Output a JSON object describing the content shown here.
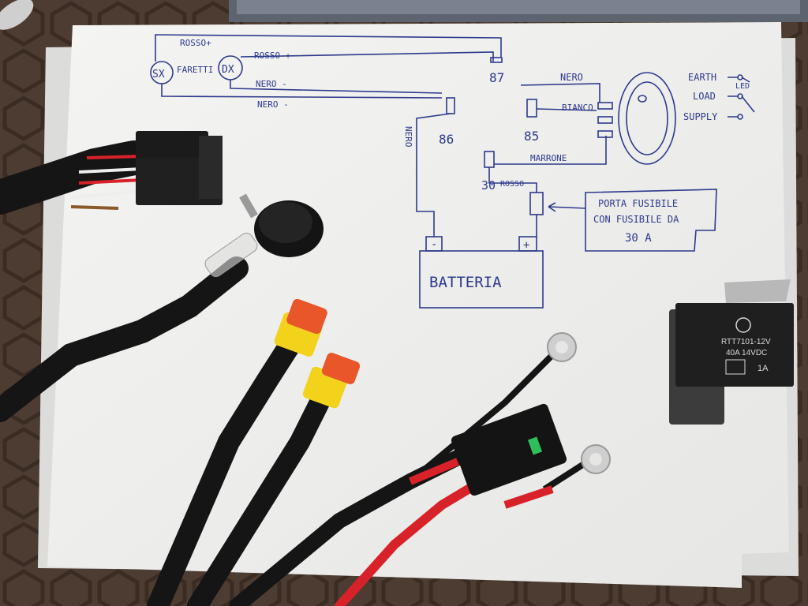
{
  "diagram": {
    "left_lamp": "SX",
    "right_lamp": "DX",
    "lamps_label": "FARETTI",
    "wire_rosso_top": "ROSSO+",
    "wire_rosso_right": "ROSSO +",
    "wire_nero_1": "NERO -",
    "wire_nero_2": "NERO -",
    "wire_nero_top": "NERO",
    "wire_nero_vertical": "NERO",
    "wire_bianco": "BIANCO",
    "wire_marrone": "MARRONE",
    "wire_rosso_fuse": "ROSSO",
    "pin_87": "87",
    "pin_86": "86",
    "pin_85": "85",
    "pin_30": "30",
    "switch_earth": "EARTH",
    "switch_load": "LOAD",
    "switch_supply": "SUPPLY",
    "switch_led": "LED",
    "fuse_note_line1": "PORTA FUSIBILE",
    "fuse_note_line2": "CON FUSIBILE DA",
    "fuse_note_line3": "30 A",
    "battery_label": "BATTERIA",
    "battery_minus": "-",
    "battery_plus": "+"
  },
  "relay": {
    "model": "RTT7101-12V",
    "rating": "40A 14VDC",
    "mark": "1A"
  },
  "colors": {
    "ink": "#2d3a8c",
    "paper": "#f2f2f0",
    "table": "#4a3a30",
    "wire_red": "#d8222a",
    "wire_black": "#151515",
    "connector_yellow": "#f2d21a",
    "connector_orange": "#e8562a"
  }
}
